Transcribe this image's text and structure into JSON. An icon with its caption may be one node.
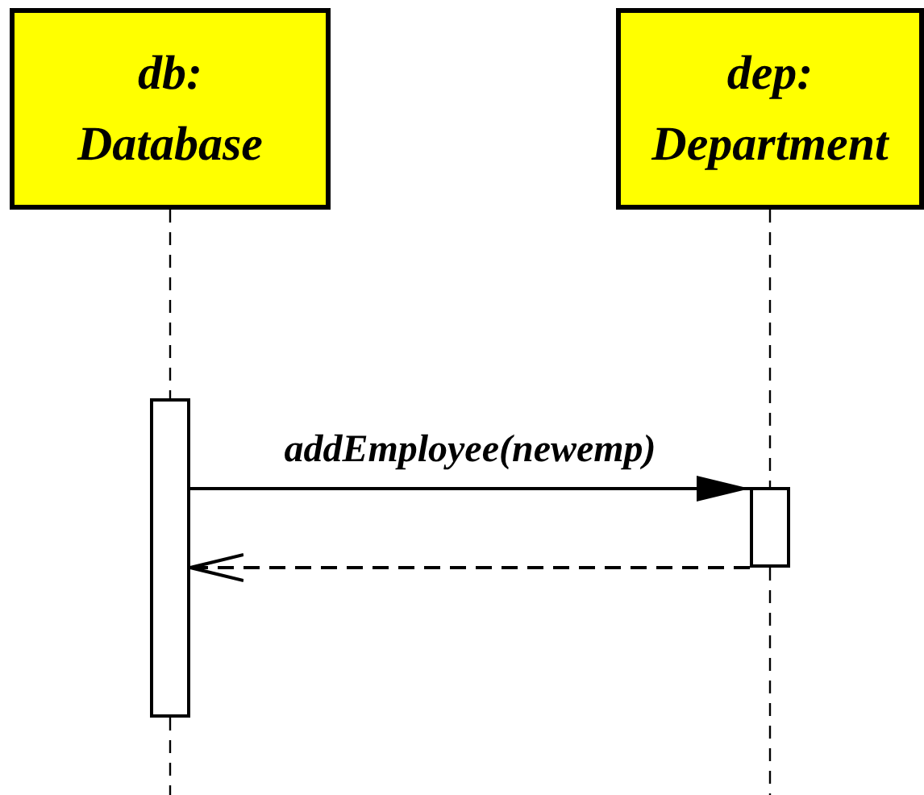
{
  "diagram": {
    "nodes": [
      {
        "text": [
          "db: Database"
        ]
      },
      {
        "text": [
          "dep: Department"
        ]
      },
      {
        "text": [],
        "shape": "bar"
      },
      {
        "text": [],
        "shape": "bar"
      }
    ],
    "edges": [
      {
        "from": 0,
        "to": 2,
        "arrow": "none",
        "style": "dashed"
      },
      {
        "from": 2,
        "to": null,
        "arrow": "none",
        "style": "dashed"
      },
      {
        "from": 1,
        "to": 3,
        "arrow": "none",
        "style": "dashed"
      },
      {
        "from": 3,
        "to": null,
        "arrow": "none",
        "style": "dashed"
      },
      {
        "from": 2,
        "to": 3,
        "arrow": "to",
        "label": "addEmployee(newemp)"
      },
      {
        "from": 3,
        "to": 2,
        "arrow": "to",
        "style": "dashed"
      }
    ]
  }
}
